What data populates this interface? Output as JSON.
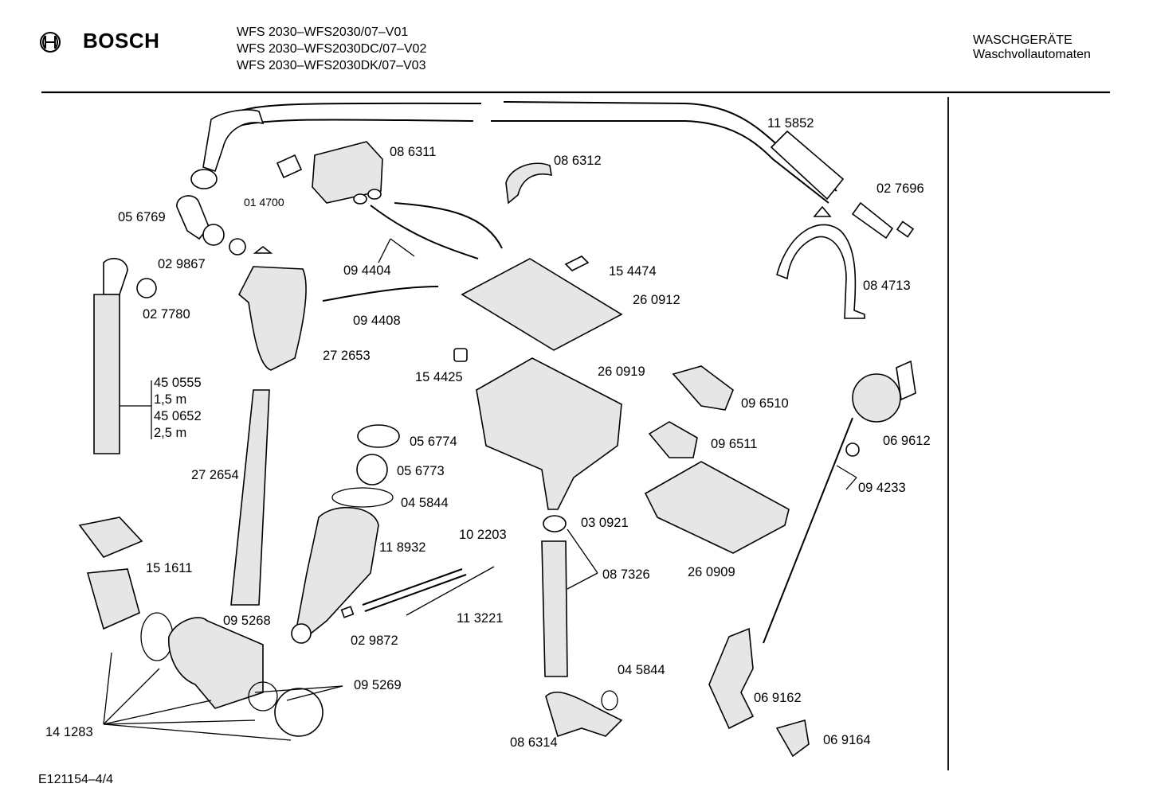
{
  "header": {
    "brand": "BOSCH",
    "models": [
      "WFS 2030–WFS2030/07–V01",
      "WFS 2030–WFS2030DC/07–V02",
      "WFS 2030–WFS2030DK/07–V03"
    ],
    "category": "WASCHGERÄTE",
    "subcategory": "Waschvollautomaten"
  },
  "footer": {
    "drawing_id": "E121154–4/4"
  },
  "icons": {
    "logo": "bosch-armature-icon"
  },
  "parts": [
    "11 5852",
    "08 6311",
    "08 6312",
    "01 4700",
    "02 7696",
    "05 6769",
    "02 9867",
    "09 4404",
    "15 4474",
    "02 7780",
    "26 0912",
    "08 4713",
    "09 4408",
    "27 2653",
    "15 4425",
    "26 0919",
    "09 6510",
    "45 0555",
    "1,5 m",
    "45 0652",
    "2,5 m",
    "06 9612",
    "05 6774",
    "09 6511",
    "27 2654",
    "05 6773",
    "09 4233",
    "04 5844",
    "10 2203",
    "03 0921",
    "11 8932",
    "15 1611",
    "08 7326",
    "26 0909",
    "09 5268",
    "11 3221",
    "02 9872",
    "04 5844",
    "09 5269",
    "06 9162",
    "14 1283",
    "08 6314",
    "06 9164"
  ]
}
